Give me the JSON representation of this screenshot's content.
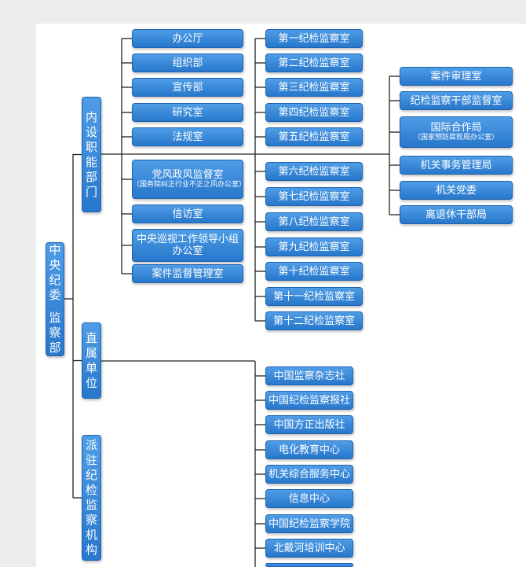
{
  "root": {
    "label": "中央纪委 监察部"
  },
  "categories": [
    {
      "label": "内设职能部门"
    },
    {
      "label": "直属单位"
    },
    {
      "label": "派驻纪检监察机构"
    }
  ],
  "internal_departments": [
    {
      "label": "办公厅"
    },
    {
      "label": "组织部"
    },
    {
      "label": "宣传部"
    },
    {
      "label": "研究室"
    },
    {
      "label": "法规室"
    },
    {
      "label": "党风政风监督室",
      "note": "（国务院纠正行业不正之风办公室）"
    },
    {
      "label": "信访室"
    },
    {
      "label": "中央巡视工作领导小组办公室"
    },
    {
      "label": "案件监督管理室"
    }
  ],
  "inspection_offices": [
    {
      "label": "第一纪检监察室"
    },
    {
      "label": "第二纪检监察室"
    },
    {
      "label": "第三纪检监察室"
    },
    {
      "label": "第四纪检监察室"
    },
    {
      "label": "第五纪检监察室"
    },
    {
      "label": "第六纪检监察室"
    },
    {
      "label": "第七纪检监察室"
    },
    {
      "label": "第八纪检监察室"
    },
    {
      "label": "第九纪检监察室"
    },
    {
      "label": "第十纪检监察室"
    },
    {
      "label": "第十一纪检监察室"
    },
    {
      "label": "第十二纪检监察室"
    }
  ],
  "other_departments": [
    {
      "label": "案件审理室"
    },
    {
      "label": "纪检监察干部监督室"
    },
    {
      "label": "国际合作局",
      "note": "（国家预防腐败局办公室）"
    },
    {
      "label": "机关事务管理局"
    },
    {
      "label": "机关党委"
    },
    {
      "label": "离退休干部局"
    }
  ],
  "direct_units": [
    {
      "label": "中国监察杂志社"
    },
    {
      "label": "中国纪检监察报社"
    },
    {
      "label": "中国方正出版社"
    },
    {
      "label": "电化教育中心"
    },
    {
      "label": "机关综合服务中心"
    },
    {
      "label": "信息中心"
    },
    {
      "label": "中国纪检监察学院"
    },
    {
      "label": "北戴河培训中心"
    }
  ],
  "colors": {
    "box": "#2f83d6",
    "box_border": "#1f63b0",
    "line": "#222222",
    "background": "#ececec"
  }
}
